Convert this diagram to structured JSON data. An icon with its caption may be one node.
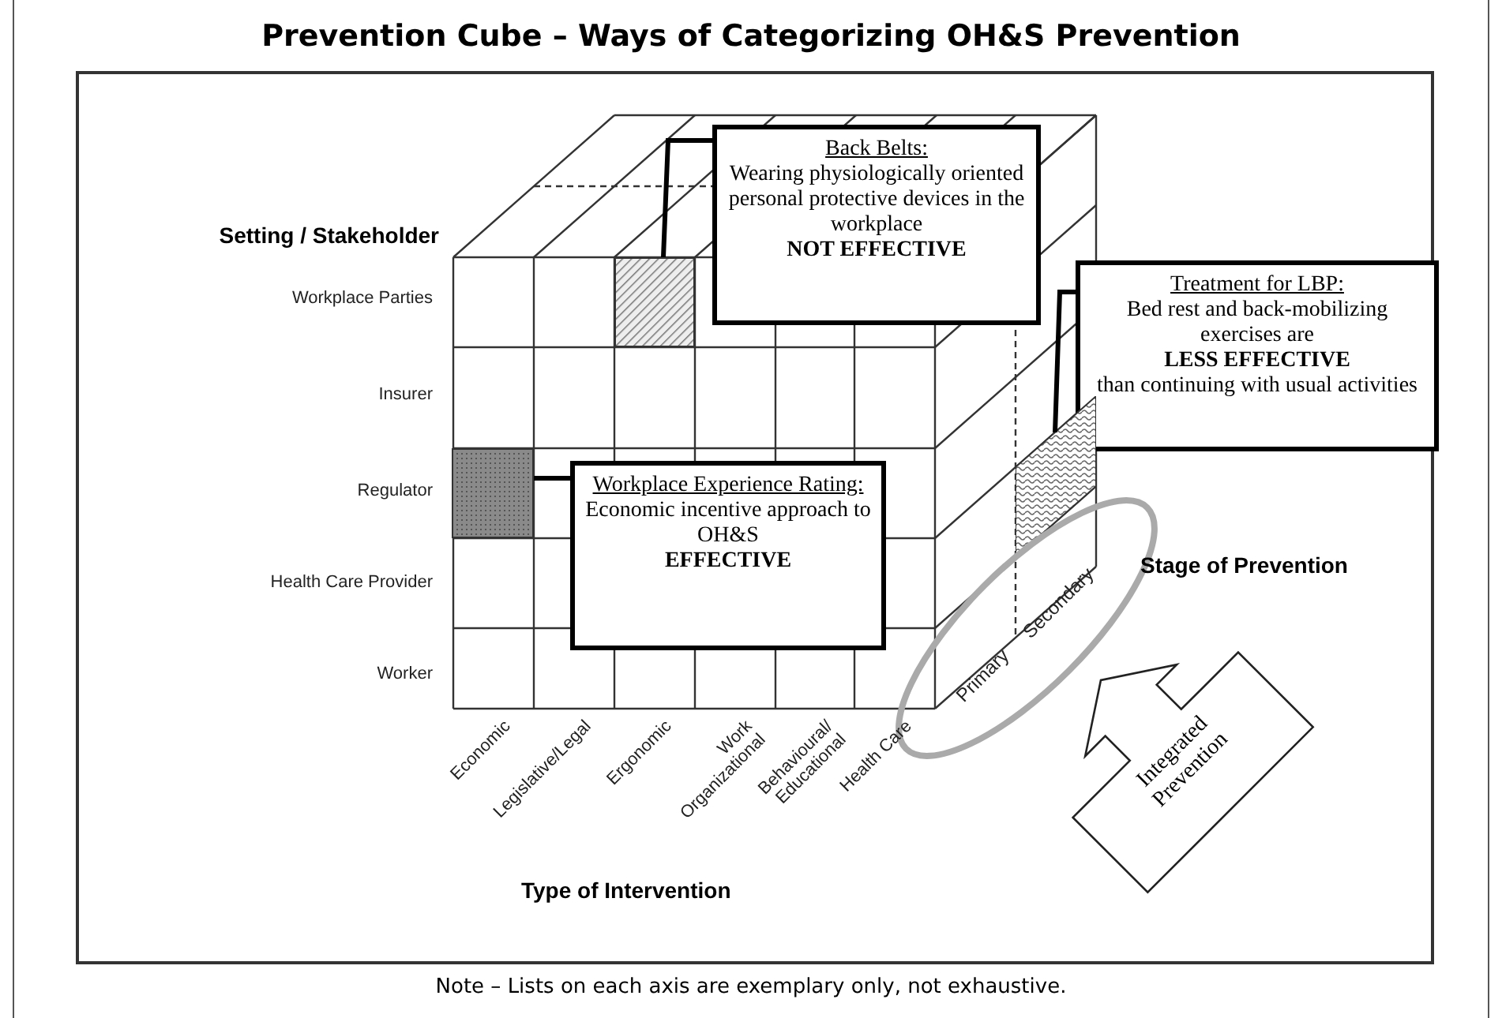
{
  "diagram": {
    "title": "Prevention Cube – Ways of Categorizing OH&S Prevention",
    "caption": "Note – Lists on each axis are exemplary only, not exhaustive.",
    "nodes": [
      {
        "text": [
          "Back Belts:",
          "Wearing physiologically oriented personal protective devices in the workplace **NOT EFFECTIVE**"
        ]
      },
      {
        "text": [
          "Treatment for LBP:",
          "Bed rest and back-mobilizing exercises are **LESS EFFECTIVE** than continuing with usual activities"
        ]
      },
      {
        "text": [
          "Workplace Experience Rating:",
          "Economic incentive approach to OH&S **EFFECTIVE**"
        ]
      },
      {
        "text": [],
        "shape": "box"
      },
      {
        "text": [],
        "shape": "box"
      },
      {
        "text": [],
        "shape": "box"
      },
      {
        "text": [
          "Integrated Prevention"
        ]
      }
    ],
    "edges": [
      {
        "from": 0,
        "to": 3,
        "arrow": "none"
      },
      {
        "from": 1,
        "to": 5,
        "arrow": "none"
      },
      {
        "from": 2,
        "to": 4,
        "arrow": "none"
      }
    ],
    "labels": [
      "Setting / Stakeholder",
      "Workplace Parties",
      "Insurer",
      "Regulator",
      "Health Care Provider",
      "Worker",
      "Stage of Prevention",
      "Secondary",
      "Primary",
      "Economic",
      "Legislative/Legal",
      "Ergonomic",
      "Work Organizational",
      "Behavioural/ Educational",
      "Health Care",
      "Type of Intervention"
    ]
  }
}
